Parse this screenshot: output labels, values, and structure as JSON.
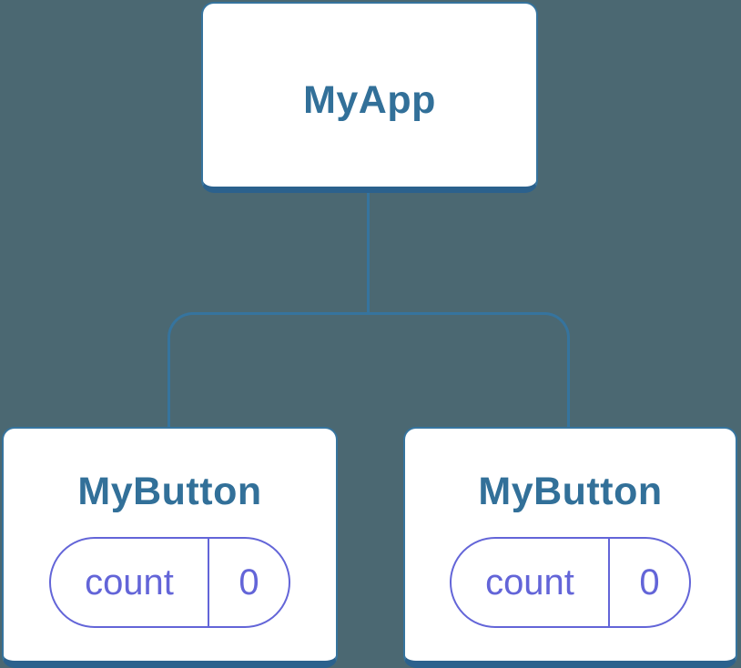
{
  "colors": {
    "background": "#4B6872",
    "node-fill": "#FFFFFF",
    "line": "#36749E",
    "line-dark": "#2B618D",
    "node-text": "#327099",
    "state-purple": "#6365D8"
  },
  "tree": {
    "root": {
      "label": "MyApp"
    },
    "children": [
      {
        "label": "MyButton",
        "state": {
          "key": "count",
          "value": "0"
        }
      },
      {
        "label": "MyButton",
        "state": {
          "key": "count",
          "value": "0"
        }
      }
    ]
  }
}
